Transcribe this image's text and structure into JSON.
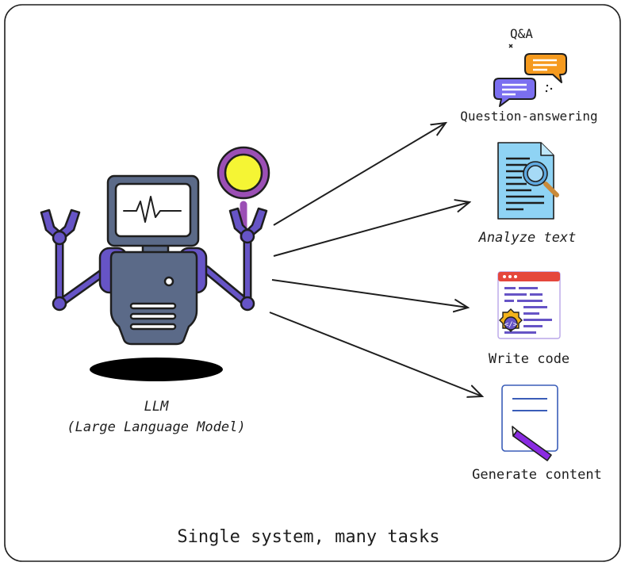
{
  "model": {
    "name": "LLM",
    "subtitle": "(Large Language Model)"
  },
  "tasks": [
    {
      "label": "Question-answering",
      "icon": "chat-bubbles-icon"
    },
    {
      "label": "Analyze text",
      "icon": "document-magnifier-icon"
    },
    {
      "label": "Write code",
      "icon": "code-window-gear-icon"
    },
    {
      "label": "Generate content",
      "icon": "document-pen-icon"
    }
  ],
  "qa_badge": "Q&A",
  "caption": "Single system, many tasks",
  "colors": {
    "robot_body": "#5b6a88",
    "robot_limbs": "#6654c6",
    "robot_outline": "#1e1e1e",
    "lens": "#f5f534",
    "lens_ring": "#9b4fb5",
    "bubble_orange": "#f59a1e",
    "bubble_purple": "#7b6ff0",
    "document_blue": "#8fd3f4",
    "gear": "#f2b31b",
    "pen": "#8a2be2"
  }
}
